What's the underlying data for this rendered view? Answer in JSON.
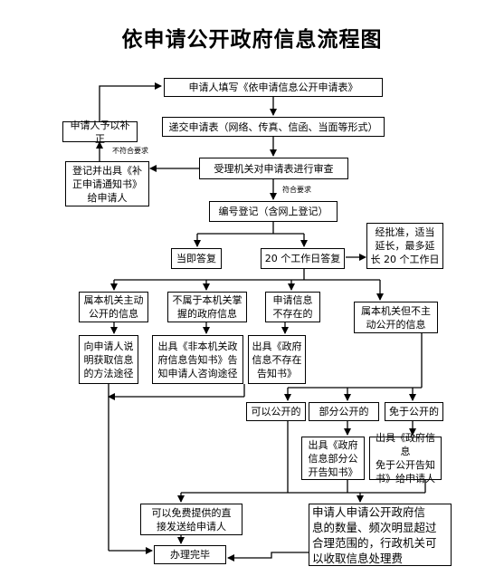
{
  "title": "依申请公开政府信息流程图",
  "boxes": {
    "fill_form": "申请人填写《依申请信息公开申请表》",
    "submit": "递交申请表（网络、传真、信函、当面等形式）",
    "correction": "申请人予以补正",
    "notice_correction": "登记并出具《补\n正申请通知书》\n给申请人",
    "review": "受理机关对申请表进行审查",
    "register": "编号登记（含网上登记）",
    "extension": "经批准，适当\n延长，最多延\n长 20 个工作日",
    "reply_now": "当即答复",
    "reply_20": "20 个工作日答复",
    "active": "属本机关主动\n公开的信息",
    "not_ours": "不属于本机关掌\n握的政府信息",
    "not_exist": "申请信息\n不存在的",
    "ours_not_active": "属本机关但不主\n动公开的信息",
    "tell_method": "向申请人说\n明获取信息\n的方法途径",
    "non_agency_notice": "出具《非本机关政\n府信息告知书》告\n知申请人咨询途径",
    "not_exist_notice": "出具《政府\n信息不存在\n告知书》",
    "can_disclose": "可以公开的",
    "partial": "部分公开的",
    "exempt": "免于公开的",
    "partial_notice": "出具《政府\n信息部分公\n开告知书》",
    "exempt_notice": "出具《政府信息\n免于公开告知\n书》给申请人",
    "free_send": "可以免费提供的直\n接发送给申请人",
    "fee": "申请人申请公开政府信\n息的数量、频次明显超过\n合理范围的，行政机关可\n以收取信息处理费",
    "done": "办理完毕"
  },
  "notes": {
    "not_meet": "不符合要求",
    "meet": "符合要求"
  }
}
